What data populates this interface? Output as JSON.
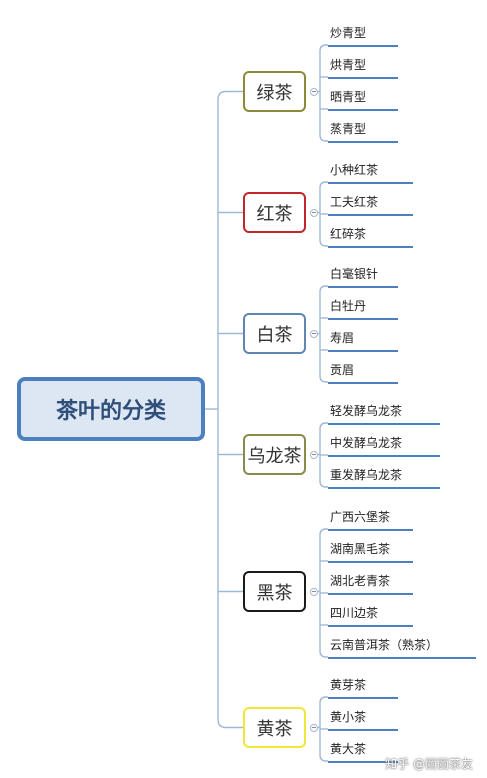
{
  "root": {
    "label": "茶叶的分类"
  },
  "watermark": "知乎 @丽丽茶友",
  "categories": [
    {
      "label": "绿茶",
      "color": "#8a8a3a",
      "items": [
        "炒青型",
        "烘青型",
        "晒青型",
        "蒸青型"
      ]
    },
    {
      "label": "红茶",
      "color": "#c0262b",
      "items": [
        "小种红茶",
        "工夫红茶",
        "红碎茶"
      ]
    },
    {
      "label": "白茶",
      "color": "#5f86b3",
      "items": [
        "白毫银针",
        "白牡丹",
        "寿眉",
        "贡眉"
      ]
    },
    {
      "label": "乌龙茶",
      "color": "#8a8a4a",
      "items": [
        "轻发酵乌龙茶",
        "中发酵乌龙茶",
        "重发酵乌龙茶"
      ]
    },
    {
      "label": "黑茶",
      "color": "#1a1a1a",
      "items": [
        "广西六堡茶",
        "湖南黑毛茶",
        "湖北老青茶",
        "四川边茶",
        "云南普洱茶（熟茶）"
      ]
    },
    {
      "label": "黄茶",
      "color": "#f0e838",
      "items": [
        "黄芽茶",
        "黄小茶",
        "黄大茶"
      ]
    }
  ]
}
